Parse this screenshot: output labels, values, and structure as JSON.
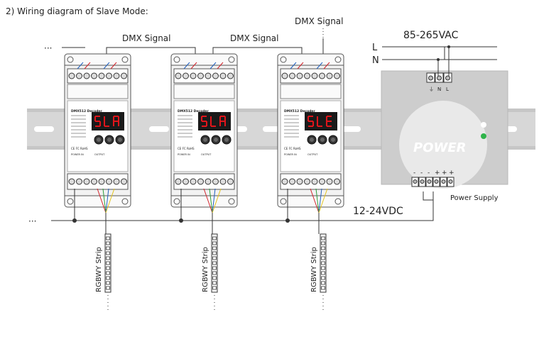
{
  "title": "2) Wiring diagram of Slave Mode:",
  "signals": {
    "dmx_left": "DMX Signal",
    "dmx_mid": "DMX Signal",
    "dmx_input": "DMX Signal",
    "ellipsis": "···"
  },
  "mains": {
    "voltage": "85-265VAC",
    "line": "L",
    "neutral": "N"
  },
  "power_supply": {
    "panel_text": "POWER",
    "caption": "Power Supply",
    "input_labels": [
      "⏚",
      "N",
      "L"
    ],
    "output_labels": [
      "-",
      "-",
      "-",
      "+",
      "+",
      "+"
    ]
  },
  "dc_bus": {
    "voltage": "12-24VDC"
  },
  "decoders": [
    {
      "name": "DMX512 Decoder",
      "display": "SLA",
      "buttons": [
        "M",
        "◀",
        "▶"
      ],
      "cert": "CE FC RoHS",
      "output_label": "OUTPUT",
      "power_label": "POWER IN"
    },
    {
      "name": "DMX512 Decoder",
      "display": "SLA",
      "buttons": [
        "M",
        "◀",
        "▶"
      ],
      "cert": "CE FC RoHS",
      "output_label": "OUTPUT",
      "power_label": "POWER IN"
    },
    {
      "name": "DMX512 Decoder",
      "display": "SLE",
      "buttons": [
        "M",
        "◀",
        "▶"
      ],
      "cert": "CE FC RoHS",
      "output_label": "OUTPUT",
      "power_label": "POWER IN"
    }
  ],
  "strips": [
    {
      "label": "RGBWY Strip"
    },
    {
      "label": "RGBWY Strip"
    },
    {
      "label": "RGBWY Strip"
    }
  ],
  "colors": {
    "rail": "#d7d7d7",
    "rail_hole": "#ffffff",
    "decoder_body": "#f2f2f2",
    "display_bg": "#1a1a1a",
    "display_digit": "#e0151b",
    "psu_body": "#cfcfcf",
    "led_green": "#2fb34a",
    "wire": "#333333",
    "wire_red": "#d2232a",
    "wire_blue": "#1f5fbf",
    "wire_green": "#2a9d3a",
    "wire_yellow": "#e2c21b"
  }
}
